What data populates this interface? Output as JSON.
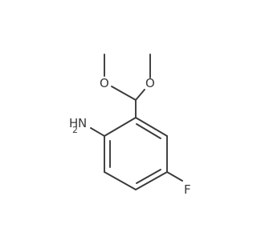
{
  "molecule": {
    "atoms": {
      "oxygen_left": "O",
      "oxygen_right": "O",
      "nitrogen_h": "H",
      "nitrogen_n": "N",
      "nitrogen_sub": "2",
      "fluorine": "F"
    },
    "colors": {
      "bond": "#3a3a3a",
      "label": "#3a3a3a",
      "background": "#ffffff"
    }
  }
}
